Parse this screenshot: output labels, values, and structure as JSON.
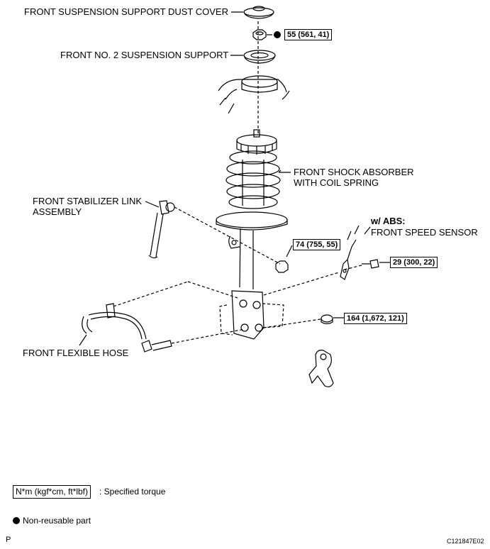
{
  "labels": {
    "dust_cover": "FRONT SUSPENSION SUPPORT DUST COVER",
    "no2_support": "FRONT NO. 2 SUSPENSION SUPPORT",
    "shock_line1": "FRONT SHOCK ABSORBER",
    "shock_line2": "WITH COIL SPRING",
    "stab_line1": "FRONT STABILIZER LINK",
    "stab_line2": "ASSEMBLY",
    "abs_heading": "w/ ABS:",
    "speed_sensor": "FRONT SPEED SENSOR",
    "flexible_hose": "FRONT FLEXIBLE HOSE"
  },
  "torques": {
    "t55": "55 (561, 41)",
    "t74": "74 (755, 55)",
    "t29": "29 (300, 22)",
    "t164": "164 (1,672, 121)"
  },
  "legend": {
    "unit": "N*m (kgf*cm, ft*lbf)",
    "specified": ": Specified torque",
    "non_reusable": "Non-reusable part"
  },
  "footer": {
    "page_letter": "P",
    "figure_id": "C121847E02"
  }
}
